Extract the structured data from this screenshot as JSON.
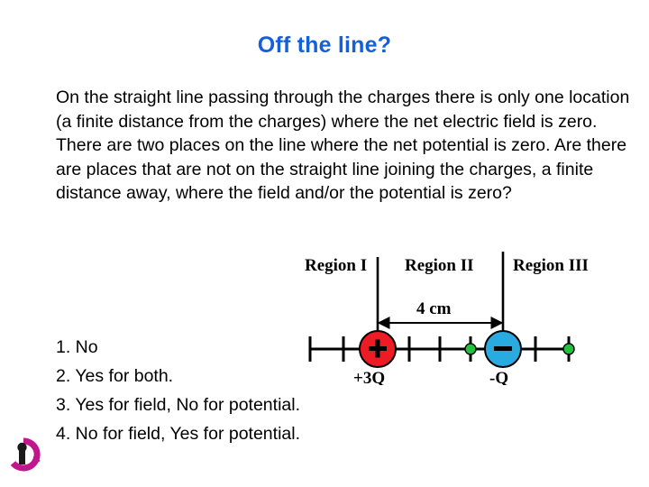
{
  "slide": {
    "title": "Off the line?",
    "title_color": "#1560d8",
    "background_color": "#ffffff",
    "body_text": "On the straight line passing through the charges there is only one location (a finite distance from the charges) where the net electric field is zero. There are two places on the line where the net potential is zero. Are there are places that are not on the straight line joining the charges, a finite distance away, where the field and/or the potential is zero?",
    "options": [
      "1. No",
      "2. Yes for both.",
      "3. Yes for field, No for potential.",
      "4. No for field, Yes for potential."
    ]
  },
  "diagram": {
    "regions": [
      "Region I",
      "Region II",
      "Region III"
    ],
    "dimension_label": "4 cm",
    "charges": [
      {
        "label": "+3Q",
        "sign": "+",
        "color": "#ed1c24",
        "kind": "positive"
      },
      {
        "label": "-Q",
        "sign": "-",
        "color": "#29abe2",
        "kind": "negative"
      }
    ],
    "marker_color": "#22c33c",
    "axis_color": "#000000"
  },
  "logo": {
    "letter": "i",
    "ring_color": "#c2168d",
    "mark_color": "#1a1a1a"
  }
}
